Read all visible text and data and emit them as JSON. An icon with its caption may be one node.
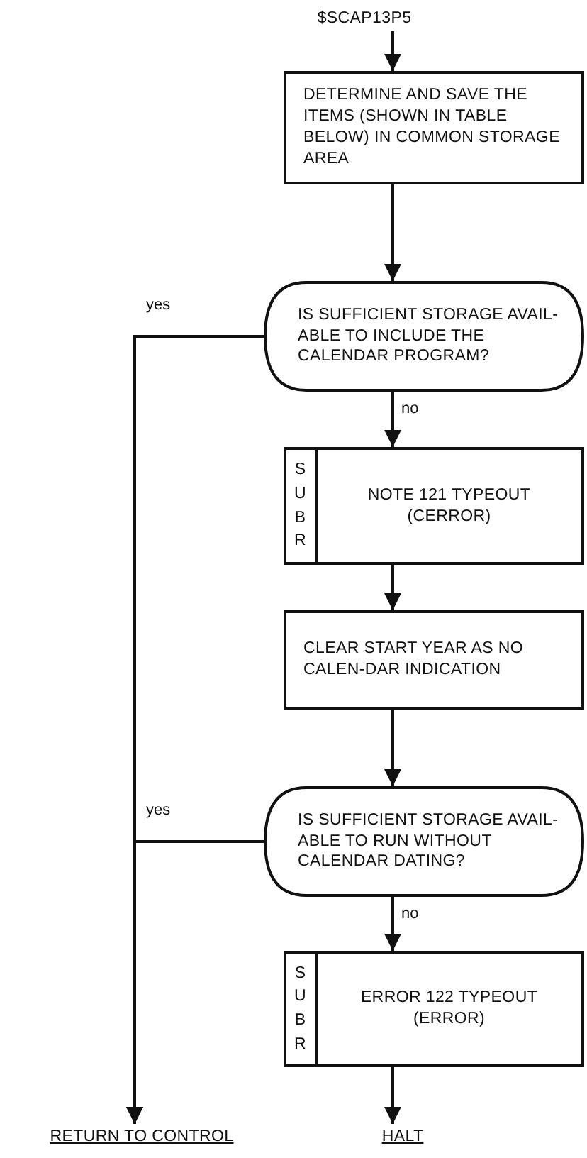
{
  "diagram": {
    "nodes": [
      {
        "text": [
          "$SCAP13P5"
        ]
      },
      {
        "text": [
          "DETERMINE AND SAVE THE ITEMS (SHOWN IN TABLE BELOW) IN COMMON STORAGE AREA"
        ]
      },
      {
        "text": [
          "IS SUFFICIENT STORAGE AVAIL-ABLE TO INCLUDE THE CALENDAR PROGRAM?"
        ]
      },
      {
        "text": [
          "SUBR",
          "NOTE 121 TYPEOUT (CERROR)"
        ]
      },
      {
        "text": [
          "CLEAR START YEAR AS NO CALEN-DAR INDICATION"
        ]
      },
      {
        "text": [
          "IS SUFFICIENT STORAGE AVAIL-ABLE TO RUN WITHOUT CALENDAR DATING?"
        ]
      },
      {
        "text": [
          "SUBR",
          "ERROR 122 TYPEOUT (ERROR)"
        ]
      },
      {
        "text": [
          "RETURN TO CONTROL"
        ]
      },
      {
        "text": [
          "HALT"
        ]
      }
    ],
    "edges": [
      {
        "from": 0,
        "to": 1,
        "arrow": "to"
      },
      {
        "from": 1,
        "to": 2,
        "arrow": "to"
      },
      {
        "from": 2,
        "to": 3,
        "arrow": "to",
        "label": "no"
      },
      {
        "from": 3,
        "to": 4,
        "arrow": "to"
      },
      {
        "from": 4,
        "to": 5,
        "arrow": "to"
      },
      {
        "from": 5,
        "to": 6,
        "arrow": "to",
        "label": "no"
      },
      {
        "from": 6,
        "to": 8,
        "arrow": "to"
      },
      {
        "from": 2,
        "to": 7,
        "arrow": "to",
        "label": "yes"
      },
      {
        "from": 5,
        "to": 7,
        "arrow": "to",
        "label": "yes"
      }
    ]
  }
}
